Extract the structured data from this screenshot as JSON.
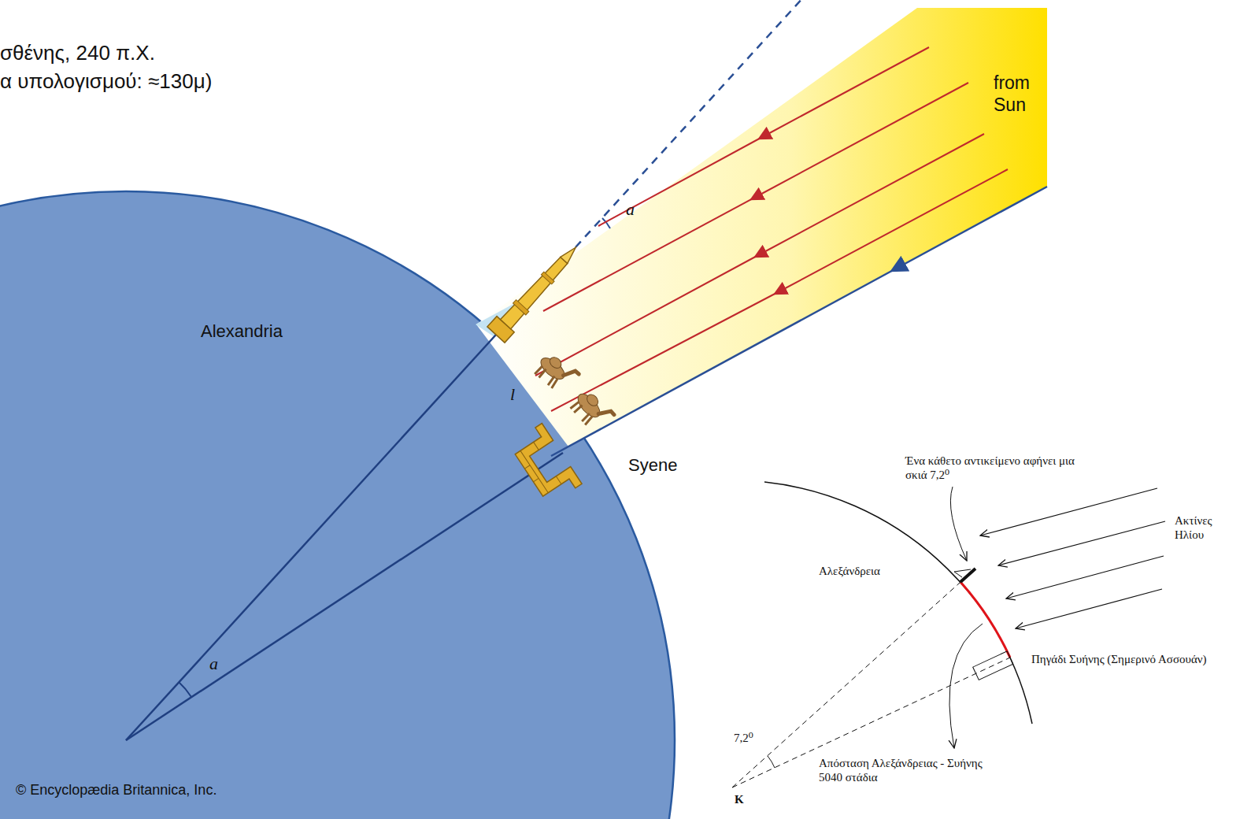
{
  "diagram": {
    "labels": [
      "σθένης, 240 π.Χ.",
      "α υπολογισμού: ≈130μ)",
      "from Sun",
      "a",
      "Alexandria",
      "l",
      "Syene",
      "a",
      "© Encyclopædia Britannica, Inc.",
      "Ένα κάθετο αντικείμενο αφήνει μια σκιά 7,2⁰",
      "Ακτίνες Ηλίου",
      "Αλεξάνδρεια",
      "Πηγάδι Συήνης (Σημερινό Ασσουάν)",
      "7,2⁰",
      "Απόσταση Αλεξάνδρειας - Συήνης 5040 στάδια",
      "K"
    ]
  }
}
